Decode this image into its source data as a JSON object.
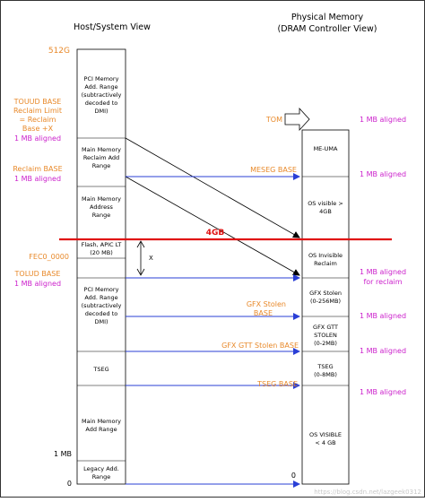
{
  "headers": {
    "left": "Host/System View",
    "right_line1": "Physical Memory",
    "right_line2": "(DRAM Controller View)"
  },
  "left_labels": {
    "top": "512G",
    "touud_l1": "TOUUD BASE",
    "touud_l2": "Reclaim Limit",
    "touud_l3": "= Reclaim",
    "touud_l4": "Base +X",
    "touud_l5": "1 MB aligned",
    "reclaim_base_l1": "Reclaim BASE",
    "reclaim_base_l2": "1 MB aligned",
    "fec0": "FEC0_0000",
    "tolud_l1": "TOLUD BASE",
    "tolud_l2": "1 MB aligned",
    "one_mb": "1 MB",
    "zero": "0"
  },
  "host_column": {
    "pci_upper": [
      "PCI Memory",
      "Add. Range",
      "(subtractively",
      "decoded to",
      "DMI)"
    ],
    "main_reclaim": [
      "Main Memory",
      "Reclaim Add",
      "Range"
    ],
    "main_address": [
      "Main Memory",
      "Address",
      "Range"
    ],
    "flash": [
      "Flash, APIC LT",
      "(20 MB)"
    ],
    "pci_lower": [
      "PCI Memory",
      "Add. Range",
      "(subtractively",
      "decoded to",
      "DMI)"
    ],
    "tseg": [
      "TSEG"
    ],
    "main_low": [
      "Main Memory",
      "Add Range"
    ],
    "legacy": [
      "Legacy Add.",
      "Range"
    ]
  },
  "dram_column": {
    "me_uma": [
      "ME-UMA"
    ],
    "os_visible_high": [
      "OS visible >",
      "4GB"
    ],
    "os_invisible": [
      "OS Invisible",
      "Reclaim"
    ],
    "gfx_stolen": [
      "GFX Stolen",
      "(0-256MB)"
    ],
    "gfx_gtt": [
      "GFX GTT",
      "STOLEN",
      "(0-2MB)"
    ],
    "tseg": [
      "TSEG",
      "(0-8MB)"
    ],
    "os_visible_low": [
      "OS VISIBLE",
      "< 4 GB"
    ]
  },
  "markers": {
    "four_gb": "4GB",
    "x_label": "X",
    "tom": "TOM",
    "meseg": "MESEG BASE",
    "gfx_stolen_l1": "GFX Stolen",
    "gfx_stolen_l2": "BASE",
    "gfx_gtt": "GFX GTT Stolen BASE",
    "tseg": "TSEG BASE",
    "dram_zero": "0"
  },
  "right_notes": {
    "tom_note": "1 MB aligned",
    "meseg_note": "1 MB aligned",
    "reclaim_note_l1": "1 MB aligned",
    "reclaim_note_l2": "for reclaim",
    "gfx_note": "1 MB aligned",
    "gtt_note": "1 MB aligned",
    "tseg_note": "1 MB aligned"
  },
  "watermark": "https://blog.csdn.net/lazgeek0312",
  "colors": {
    "orange": "#e8892a",
    "magenta": "#cc22cc",
    "blue": "#2a3fd6",
    "red": "#e01010",
    "black": "#000000"
  }
}
